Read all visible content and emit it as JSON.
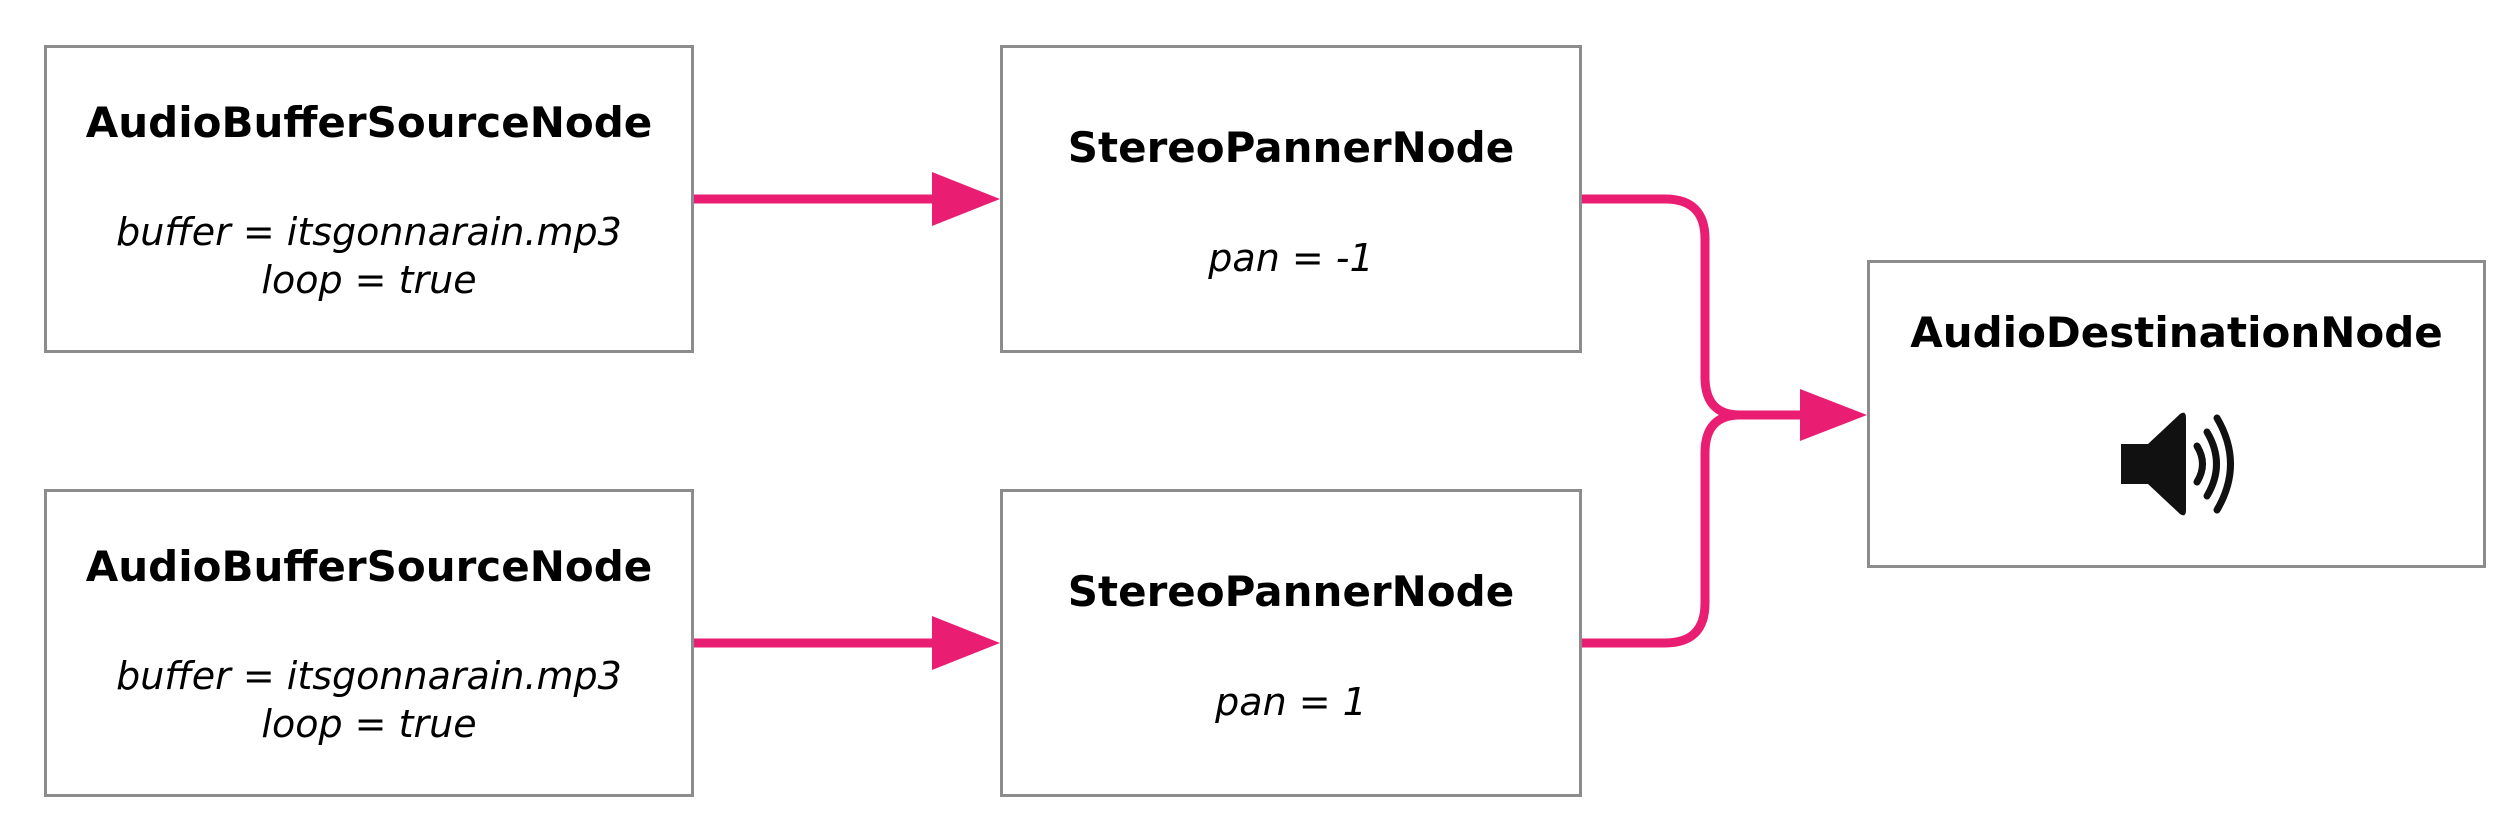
{
  "nodes": {
    "source_1": {
      "title": "AudioBufferSourceNode",
      "buffer": "buffer = itsgonnarain.mp3",
      "loop": "loop = true"
    },
    "source_2": {
      "title": "AudioBufferSourceNode",
      "buffer": "buffer = itsgonnarain.mp3",
      "loop": "loop = true"
    },
    "panner_1": {
      "title": "StereoPannerNode",
      "pan": "pan = -1"
    },
    "panner_2": {
      "title": "StereoPannerNode",
      "pan": "pan = 1"
    },
    "destination": {
      "title": "AudioDestinationNode",
      "icon": "speaker-volume-icon"
    }
  },
  "colors": {
    "connector": "#e91e73",
    "node_border": "#8c8c8c",
    "text": "#000000"
  }
}
